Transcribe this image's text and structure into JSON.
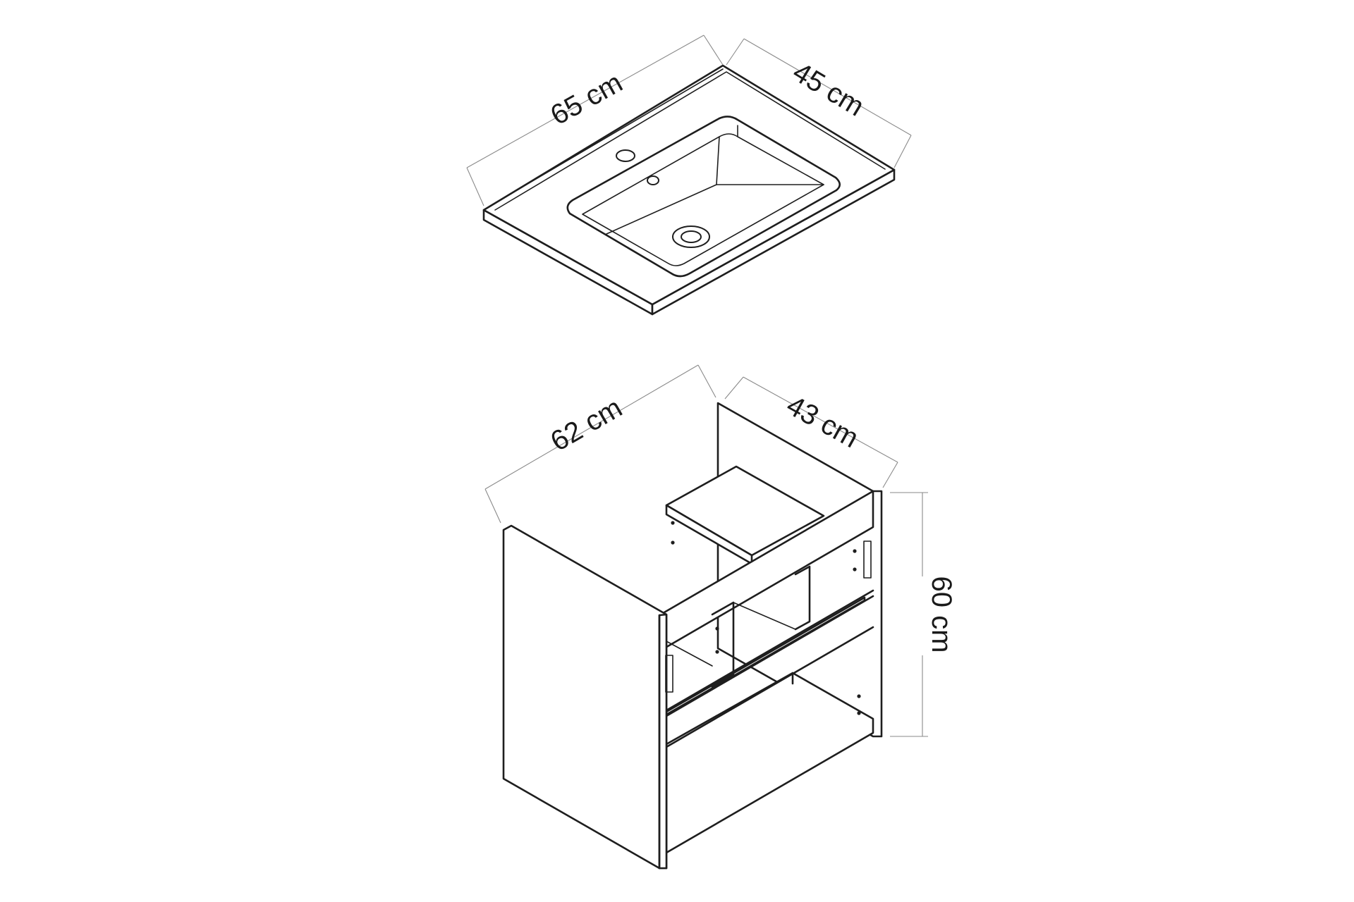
{
  "washbasin": {
    "width_label": "65 cm",
    "depth_label": "45 cm"
  },
  "cabinet": {
    "width_label": "62 cm",
    "depth_label": "43 cm",
    "height_label": "60 cm"
  }
}
